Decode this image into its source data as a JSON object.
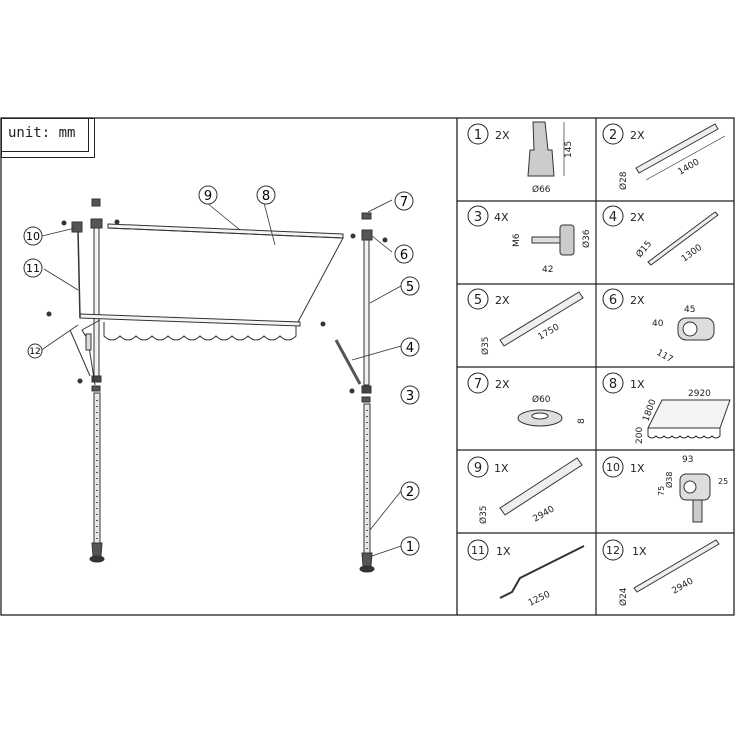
{
  "unit_label": "unit: mm",
  "callouts": [
    "1",
    "2",
    "3",
    "4",
    "5",
    "6",
    "7",
    "8",
    "9",
    "10",
    "11",
    "12"
  ],
  "parts": [
    {
      "num": "1",
      "qty": "2X",
      "dims": [
        "145",
        "Ø66"
      ]
    },
    {
      "num": "2",
      "qty": "2X",
      "dims": [
        "1400",
        "Ø28"
      ]
    },
    {
      "num": "3",
      "qty": "4X",
      "dims": [
        "M6",
        "Ø36",
        "42"
      ]
    },
    {
      "num": "4",
      "qty": "2X",
      "dims": [
        "1300",
        "Ø15"
      ]
    },
    {
      "num": "5",
      "qty": "2X",
      "dims": [
        "1750",
        "Ø35"
      ]
    },
    {
      "num": "6",
      "qty": "2X",
      "dims": [
        "45",
        "40",
        "117"
      ]
    },
    {
      "num": "7",
      "qty": "2X",
      "dims": [
        "Ø60",
        "8"
      ]
    },
    {
      "num": "8",
      "qty": "1X",
      "dims": [
        "2920",
        "1800",
        "200"
      ]
    },
    {
      "num": "9",
      "qty": "1X",
      "dims": [
        "2940",
        "Ø35"
      ]
    },
    {
      "num": "10",
      "qty": "1X",
      "dims": [
        "93",
        "Ø38",
        "75",
        "25"
      ]
    },
    {
      "num": "11",
      "qty": "1X",
      "dims": [
        "1250"
      ]
    },
    {
      "num": "12",
      "qty": "1X",
      "dims": [
        "2940",
        "Ø24"
      ]
    }
  ]
}
